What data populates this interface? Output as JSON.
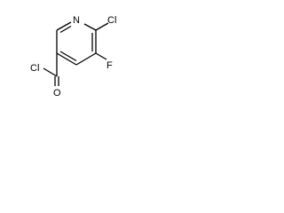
{
  "molecule": {
    "atoms": {
      "nitrogen": "N",
      "chlorine_ring": "Cl",
      "fluorine": "F",
      "chlorine_acyl": "Cl",
      "oxygen": "O"
    }
  },
  "colors": {
    "bond": "#000000",
    "label": "#000000",
    "background": "#ffffff"
  }
}
